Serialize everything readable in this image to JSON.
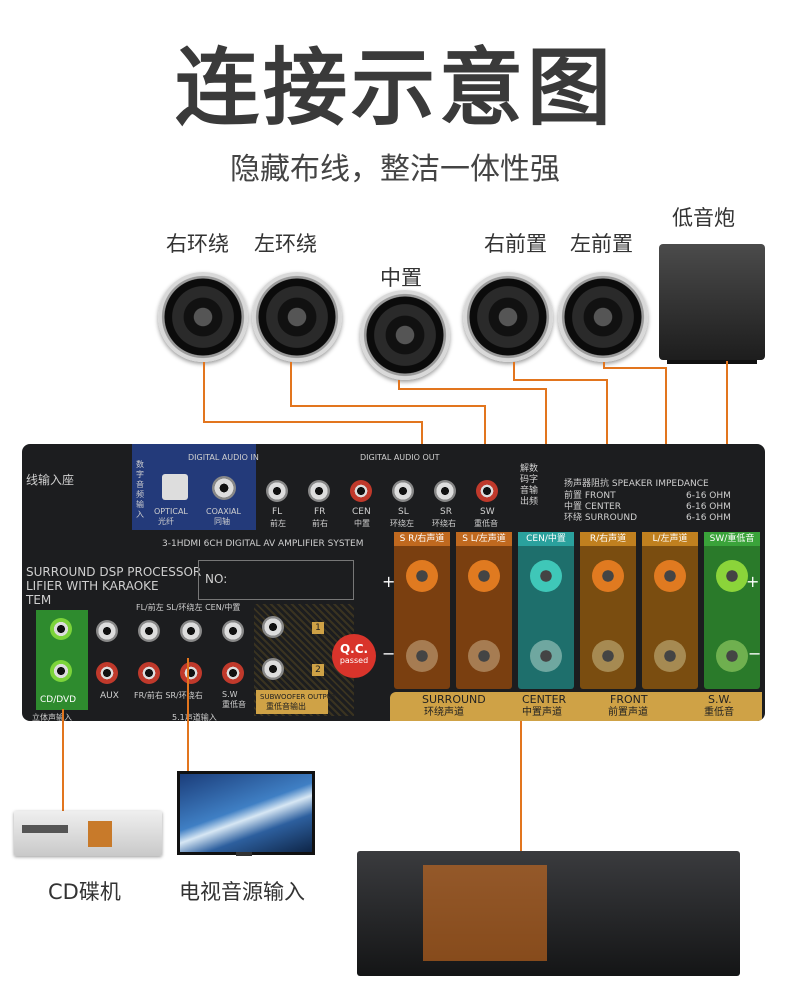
{
  "header": {
    "title": "连接示意图",
    "subtitle": "隐藏布线，整洁一体性强"
  },
  "speakers": {
    "right_surround": "右环绕",
    "left_surround": "左环绕",
    "center": "中置",
    "right_front": "右前置",
    "left_front": "左前置",
    "subwoofer": "低音炮"
  },
  "panel": {
    "input_seat": "线输入座",
    "digital_audio_in": "DIGITAL AUDIO IN",
    "optical": "OPTICAL",
    "optical_cn": "光纤",
    "coaxial": "COAXIAL",
    "coaxial_cn": "同轴",
    "digital_input_cn": "数字音频输入",
    "digital_audio_out": "DIGITAL AUDIO OUT",
    "out_fl": "FL",
    "out_fl_cn": "前左",
    "out_fr": "FR",
    "out_fr_cn": "前右",
    "out_cen": "CEN",
    "out_cen_cn": "中置",
    "out_sl": "SL",
    "out_sl_cn": "环绕左",
    "out_sr": "SR",
    "out_sr_cn": "环绕右",
    "out_sw": "SW",
    "out_sw_cn": "重低音",
    "decode_out_cn": "解数码字音输出频",
    "system": "3-1HDMI 6CH DIGITAL AV AMPLIFIER SYSTEM",
    "dsp1": "SURROUND DSP PROCESSOR",
    "dsp2": "LIFIER WITH KARAOKE",
    "dsp3": "TEM",
    "no": "NO:",
    "imp_title": "扬声器阻抗  SPEAKER IMPEDANCE",
    "imp_front": "前置 FRONT",
    "imp_center": "中置 CENTER",
    "imp_surround": "环绕 SURROUND",
    "imp_val": "6-16 OHM",
    "ch_sr": "S R/右声道",
    "ch_sl": "S L/左声道",
    "ch_cen": "CEN/中置",
    "ch_r": "R/右声道",
    "ch_l": "L/左声道",
    "ch_sw": "SW/重低音",
    "lbl_surround": "SURROUND",
    "lbl_surround_cn": "环绕声道",
    "lbl_center": "CENTER",
    "lbl_center_cn": "中置声道",
    "lbl_front": "FRONT",
    "lbl_front_cn": "前置声道",
    "lbl_sw": "S.W.",
    "lbl_sw_cn": "重低音",
    "in_flfr": "FL/前左  SL/环绕左  CEN/中置",
    "in_cddvd": "CD/DVD",
    "in_aux": "AUX",
    "in_frsr": "FR/前右  SR/环绕右",
    "in_sw": "S.W 重低音",
    "stereo_in": "立体声输入",
    "ch51_in": "5.1声道输入",
    "sub_out": "SUBWOOFER OUTPUT",
    "sub_out_cn": "重低音输出",
    "qc": "Q.C.",
    "passed": "passed",
    "plus": "+",
    "minus": "−",
    "one": "1",
    "two": "2"
  },
  "devices": {
    "cd": "CD碟机",
    "tv": "电视音源输入"
  },
  "colors": {
    "wire": "#e2751e",
    "gold": "#cfa246",
    "orange_channel": "#8a4a12",
    "teal_channel": "#1e7a78",
    "green_channel": "#2e8b2e",
    "blue_box": "#233a7a"
  }
}
